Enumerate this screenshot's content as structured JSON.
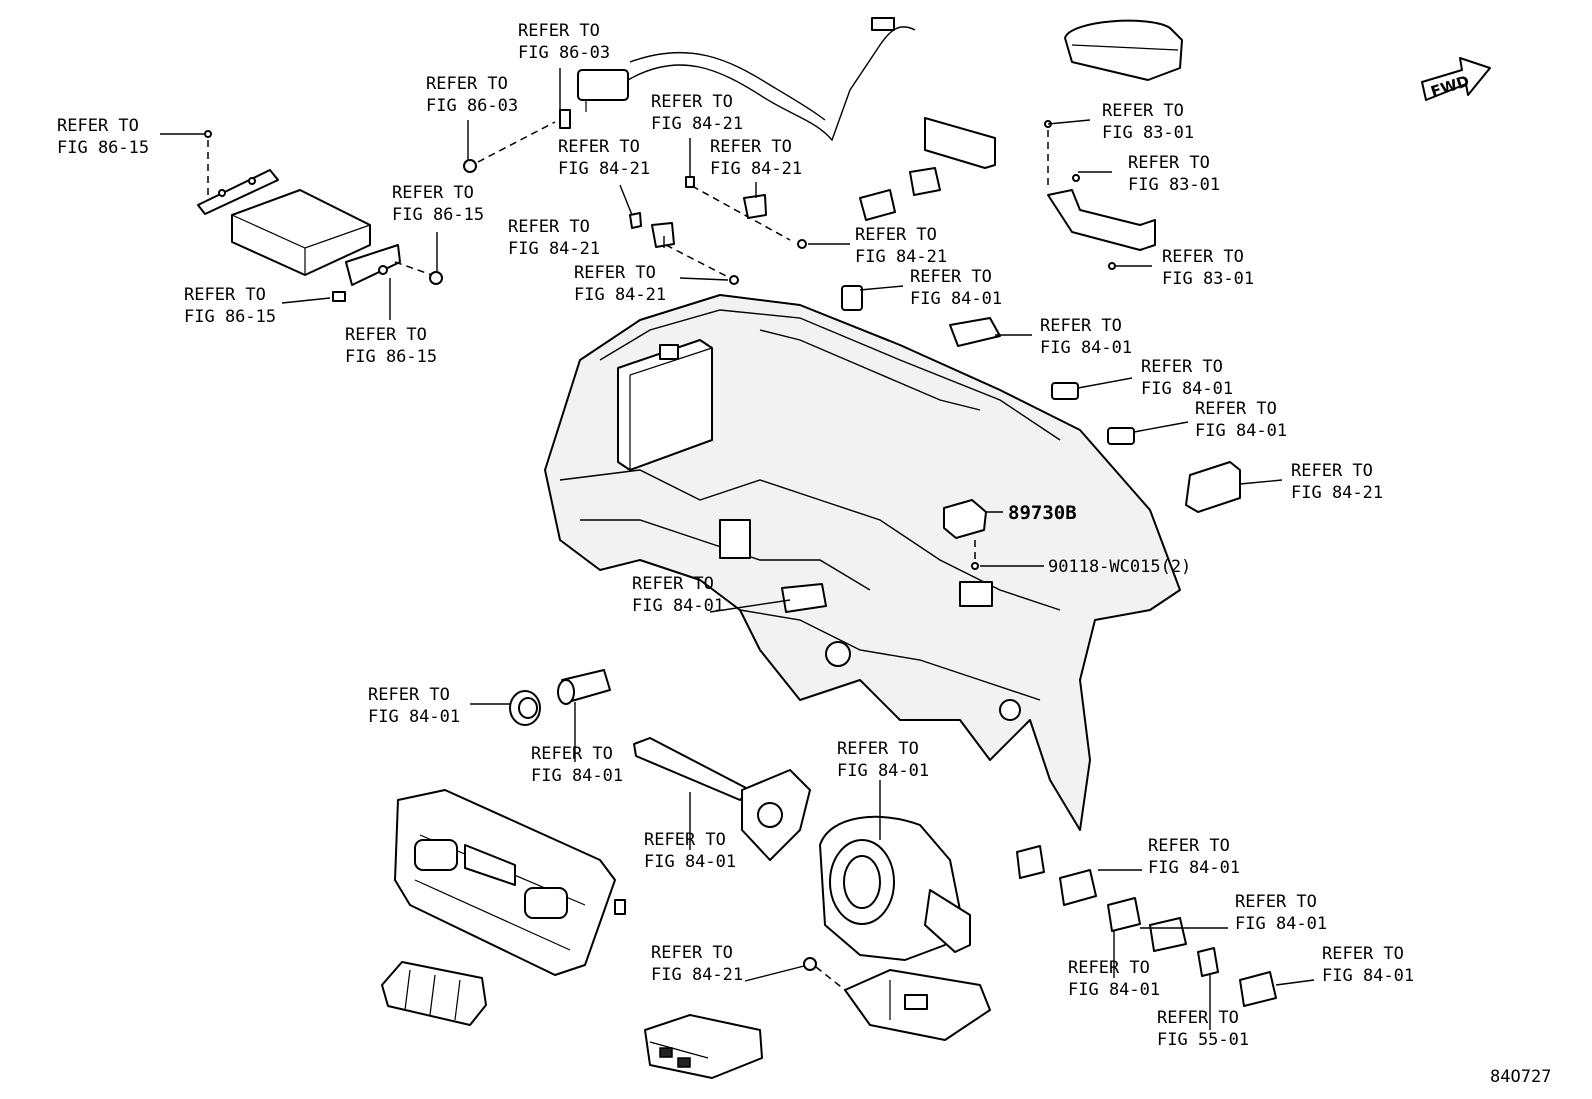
{
  "diagram": {
    "forward_badge": "FWD",
    "illustration_code": "84O727",
    "part_numbers": {
      "module": "89730B",
      "screw": "90118-WC015(2)"
    },
    "callouts": [
      {
        "id": "c1",
        "line1": "REFER TO",
        "line2": "FIG 86-15"
      },
      {
        "id": "c2",
        "line1": "REFER TO",
        "line2": "FIG 86-03"
      },
      {
        "id": "c3",
        "line1": "REFER TO",
        "line2": "FIG 86-03"
      },
      {
        "id": "c4",
        "line1": "REFER TO",
        "line2": "FIG 86-15"
      },
      {
        "id": "c5",
        "line1": "REFER TO",
        "line2": "FIG 86-15"
      },
      {
        "id": "c6",
        "line1": "REFER TO",
        "line2": "FIG 86-15"
      },
      {
        "id": "c7",
        "line1": "REFER TO",
        "line2": "FIG 84-21"
      },
      {
        "id": "c8",
        "line1": "REFER TO",
        "line2": "FIG 84-21"
      },
      {
        "id": "c9",
        "line1": "REFER TO",
        "line2": "FIG 84-21"
      },
      {
        "id": "c10",
        "line1": "REFER TO",
        "line2": "FIG 84-21"
      },
      {
        "id": "c11",
        "line1": "REFER TO",
        "line2": "FIG 84-21"
      },
      {
        "id": "c12",
        "line1": "REFER TO",
        "line2": "FIG 84-21"
      },
      {
        "id": "c13",
        "line1": "REFER TO",
        "line2": "FIG 83-01"
      },
      {
        "id": "c14",
        "line1": "REFER TO",
        "line2": "FIG 83-01"
      },
      {
        "id": "c15",
        "line1": "REFER TO",
        "line2": "FIG 83-01"
      },
      {
        "id": "c16",
        "line1": "REFER TO",
        "line2": "FIG 84-01"
      },
      {
        "id": "c17",
        "line1": "REFER TO",
        "line2": "FIG 84-01"
      },
      {
        "id": "c18",
        "line1": "REFER TO",
        "line2": "FIG 84-01"
      },
      {
        "id": "c19",
        "line1": "REFER TO",
        "line2": "FIG 84-01"
      },
      {
        "id": "c20",
        "line1": "REFER TO",
        "line2": "FIG 84-21"
      },
      {
        "id": "c21",
        "line1": "REFER TO",
        "line2": "FIG 84-01"
      },
      {
        "id": "c22",
        "line1": "REFER TO",
        "line2": "FIG 84-01"
      },
      {
        "id": "c23",
        "line1": "REFER TO",
        "line2": "FIG 84-01"
      },
      {
        "id": "c24",
        "line1": "REFER TO",
        "line2": "FIG 84-01"
      },
      {
        "id": "c25",
        "line1": "REFER TO",
        "line2": "FIG 84-01"
      },
      {
        "id": "c26",
        "line1": "REFER TO",
        "line2": "FIG 84-01"
      },
      {
        "id": "c27",
        "line1": "REFER TO",
        "line2": "FIG 84-01"
      },
      {
        "id": "c28",
        "line1": "REFER TO",
        "line2": "FIG 84-01"
      },
      {
        "id": "c29",
        "line1": "REFER TO",
        "line2": "FIG 84-21"
      },
      {
        "id": "c30",
        "line1": "REFER TO",
        "line2": "FIG 84-01"
      },
      {
        "id": "c31",
        "line1": "REFER TO",
        "line2": "FIG 55-01"
      }
    ]
  }
}
